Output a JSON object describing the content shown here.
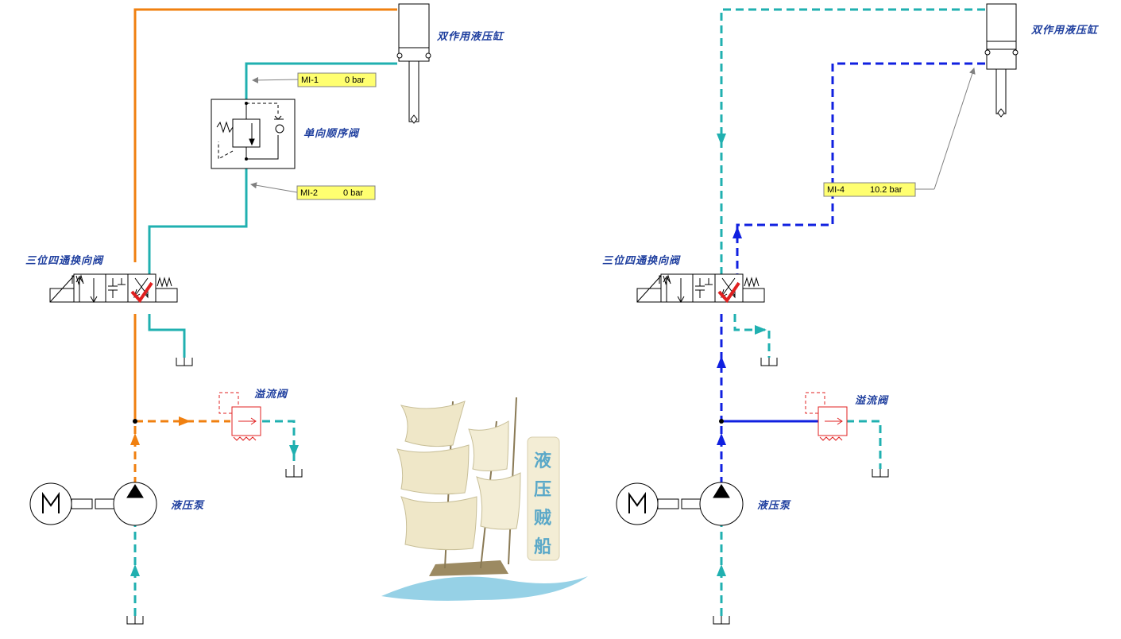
{
  "colors": {
    "orange": "#f08010",
    "teal": "#20b0b0",
    "blue": "#1020e0",
    "red": "#e02020",
    "black": "#000000",
    "meter_bg": "#ffff70",
    "label": "#1f3f9f"
  },
  "left_circuit": {
    "cylinder_label": "双作用液压缸",
    "sequence_valve_label": "单向顺序阀",
    "directional_valve_label": "三位四通换向阀",
    "relief_valve_label": "溢流阀",
    "pump_label": "液压泵",
    "meters": [
      {
        "id": "MI-1",
        "value": "0 bar"
      },
      {
        "id": "MI-2",
        "value": "0 bar"
      }
    ],
    "motor_icon": "M"
  },
  "right_circuit": {
    "cylinder_label": "双作用液压缸",
    "directional_valve_label": "三位四通换向阀",
    "relief_valve_label": "溢流阀",
    "pump_label": "液压泵",
    "meters": [
      {
        "id": "MI-4",
        "value": "10.2 bar"
      }
    ],
    "motor_icon": "M"
  },
  "logo": {
    "chars": [
      "液",
      "压",
      "贼",
      "船"
    ],
    "icon": "sailing-ship-icon"
  }
}
